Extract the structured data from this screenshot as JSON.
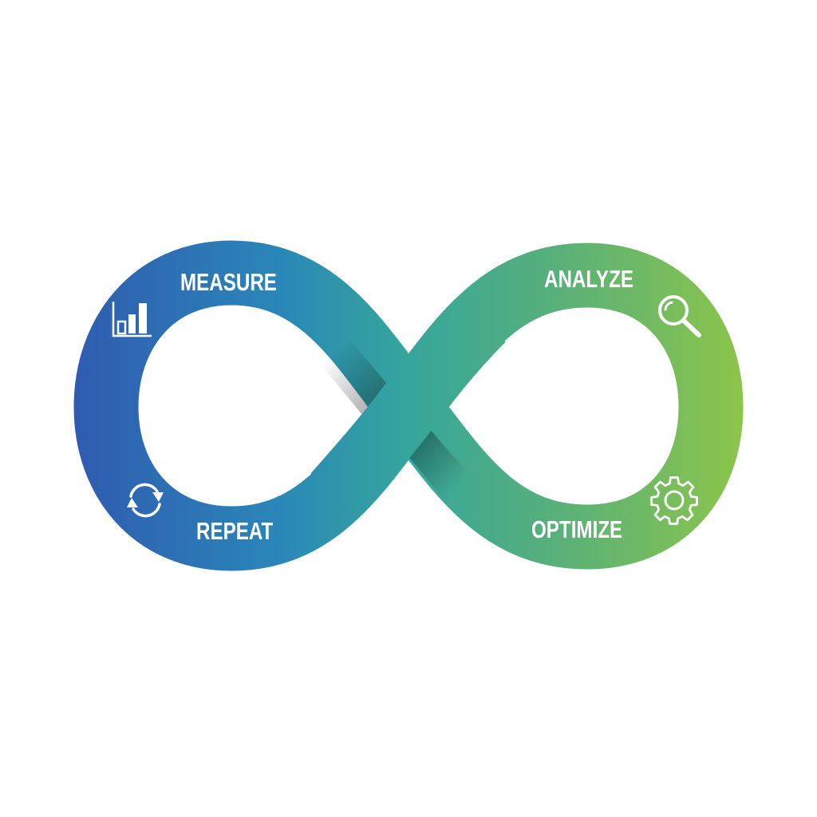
{
  "diagram": {
    "type": "infinity-loop",
    "colors": {
      "start_blue": "#2f5fb0",
      "mid_teal": "#2a9aae",
      "center_teal": "#39a89a",
      "end_green": "#8cc54c",
      "text": "#ffffff"
    },
    "stages": [
      {
        "id": "measure",
        "label": "MEASURE",
        "icon": "bar-chart-icon"
      },
      {
        "id": "analyze",
        "label": "ANALYZE",
        "icon": "magnifier-icon"
      },
      {
        "id": "optimize",
        "label": "OPTIMIZE",
        "icon": "gear-icon"
      },
      {
        "id": "repeat",
        "label": "REPEAT",
        "icon": "refresh-cycle-icon"
      }
    ]
  }
}
